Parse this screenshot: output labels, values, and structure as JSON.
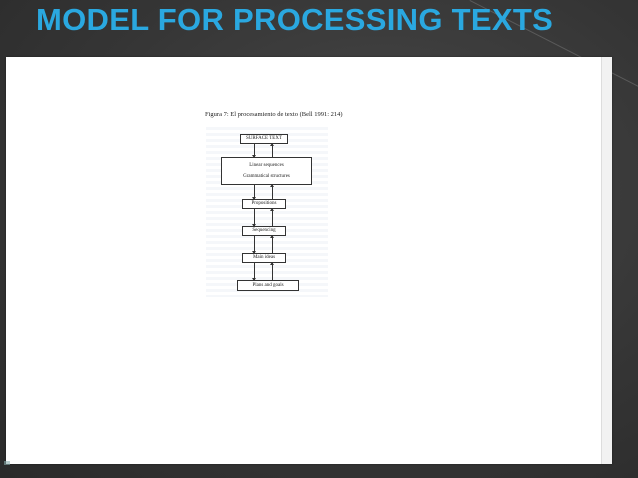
{
  "slide": {
    "title": "MODEL FOR PROCESSING TEXTS"
  },
  "figure": {
    "caption": "Figura 7: El procesamiento de texto (Bell 1991: 214)",
    "boxes": {
      "surface_text": "SURFACE TEXT",
      "linear_sequences": "Linear sequences",
      "grammatical_structures": "Grammatical structures",
      "propositions": "Propositions",
      "sequencing": "Sequencing",
      "main_ideas": "Main ideas",
      "plans_and_goals": "Plans and goals"
    }
  },
  "colors": {
    "title": "#2aa8e0",
    "background": "#3a3a3a"
  }
}
